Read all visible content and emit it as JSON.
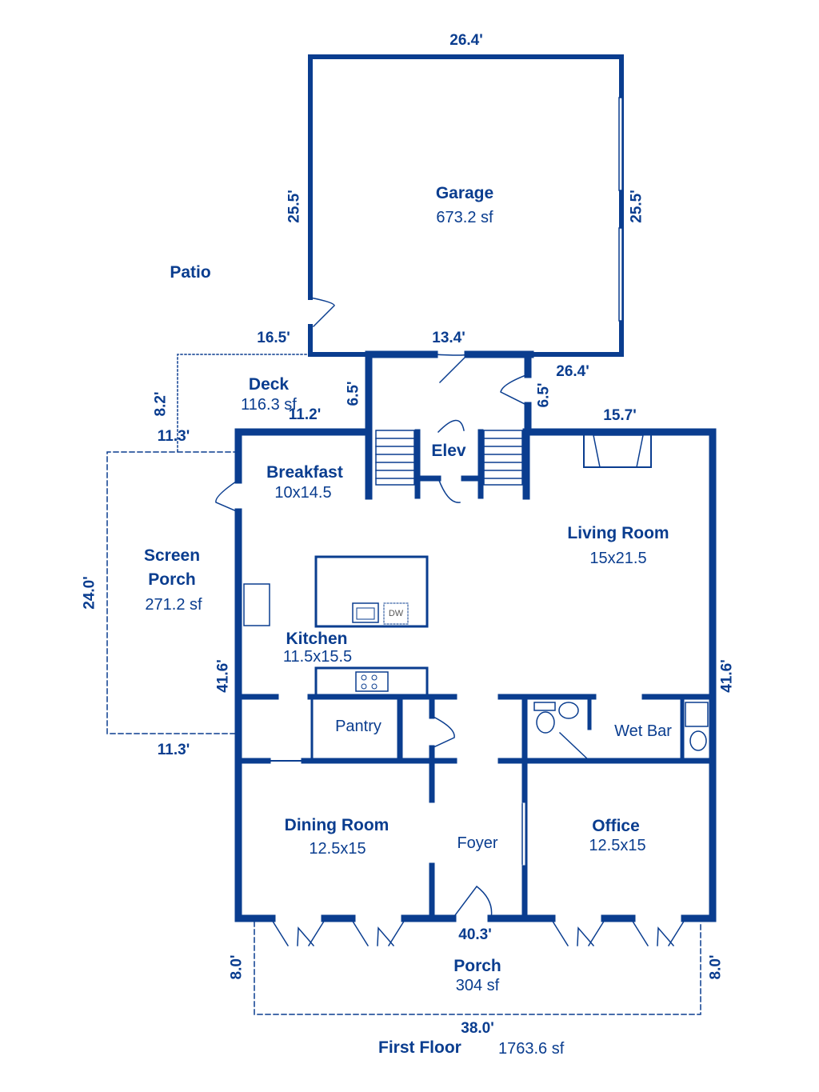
{
  "colors": {
    "wall": "#0a3d8f",
    "background": "#ffffff"
  },
  "rooms": {
    "garage": {
      "name": "Garage",
      "size": "673.2 sf"
    },
    "patio": {
      "name": "Patio"
    },
    "deck": {
      "name": "Deck",
      "size": "116.3 sf"
    },
    "elev": {
      "name": "Elev"
    },
    "breakfast": {
      "name": "Breakfast",
      "size": "10x14.5"
    },
    "living": {
      "name": "Living Room",
      "size": "15x21.5"
    },
    "screen_porch": {
      "name_line1": "Screen",
      "name_line2": "Porch",
      "size": "271.2 sf"
    },
    "kitchen": {
      "name": "Kitchen",
      "size": "11.5x15.5"
    },
    "pantry": {
      "name": "Pantry"
    },
    "wet_bar": {
      "name": "Wet Bar"
    },
    "dining": {
      "name": "Dining Room",
      "size": "12.5x15"
    },
    "foyer": {
      "name": "Foyer"
    },
    "office": {
      "name": "Office",
      "size": "12.5x15"
    },
    "porch": {
      "name": "Porch",
      "size": "304 sf"
    }
  },
  "fixtures": {
    "dishwasher": "DW"
  },
  "dimensions": {
    "garage_top": "26.4'",
    "garage_left": "25.5'",
    "garage_right": "25.5'",
    "garage_bottom": "26.4'",
    "patio_top": "16.5'",
    "stair_hall_top": "13.4'",
    "patio_side": "8.2'",
    "deck_upper": "6.5'",
    "stair_right": "6.5'",
    "deck_wall": "11.2'",
    "screen_top": "11.3'",
    "living_top": "15.7'",
    "screen_side": "24.0'",
    "house_left": "41.6'",
    "house_right": "41.6'",
    "screen_bottom": "11.3'",
    "house_front": "40.3'",
    "porch_left": "8.0'",
    "porch_right": "8.0'",
    "porch_bottom": "38.0'"
  },
  "footer": {
    "floor": "First Floor",
    "area": "1763.6 sf"
  }
}
